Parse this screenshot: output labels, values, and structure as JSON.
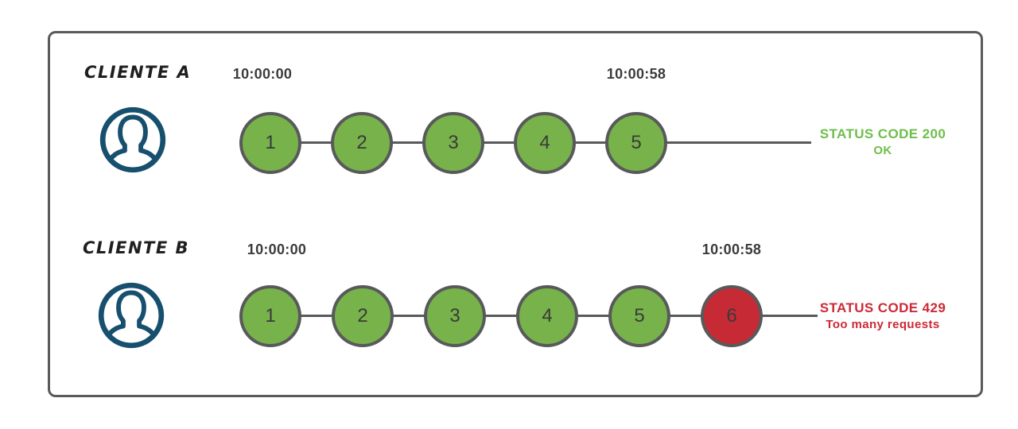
{
  "colors": {
    "frame_border": "#5a5a5a",
    "request_ok_fill": "#77b24a",
    "request_blocked_fill": "#c62a35",
    "circle_border": "#58595b",
    "timeline_line": "#58595b",
    "avatar_icon": "#174f6e",
    "status_ok_text": "#6ebe4b",
    "status_error_text": "#cc2936",
    "timestamp_text": "#3b3b3b"
  },
  "clients": [
    {
      "label": "CLIENTE A",
      "icon": "user-avatar-icon",
      "start_time": "10:00:00",
      "end_time": "10:00:58",
      "requests": [
        "1",
        "2",
        "3",
        "4",
        "5"
      ],
      "blocked_requests": [],
      "status_code_text": "STATUS CODE 200",
      "status_detail_text": "OK"
    },
    {
      "label": "CLIENTE B",
      "icon": "user-avatar-icon",
      "start_time": "10:00:00",
      "end_time": "10:00:58",
      "requests": [
        "1",
        "2",
        "3",
        "4",
        "5",
        "6"
      ],
      "blocked_requests": [
        "6"
      ],
      "status_code_text": "STATUS CODE 429",
      "status_detail_text": "Too many requests"
    }
  ]
}
